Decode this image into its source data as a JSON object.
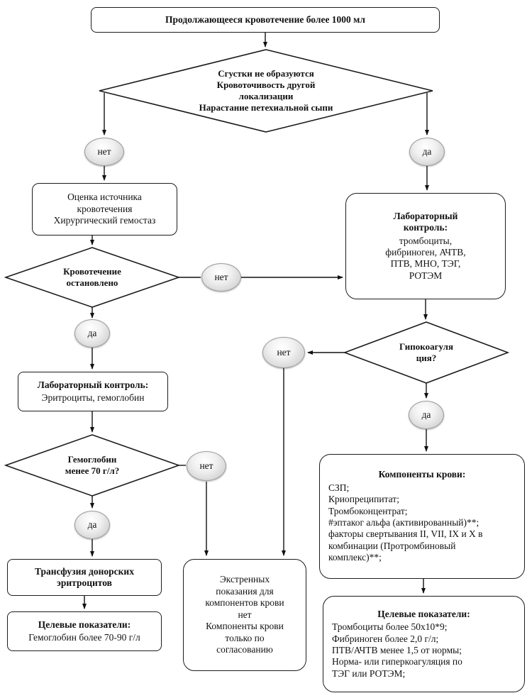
{
  "nodes": {
    "start": {
      "label": "Продолжающееся кровотечение более 1000 мл"
    },
    "decision_clots": {
      "label": "Сгустки не образуются\nКровоточивость другой\nлокализации\nНарастание петехиальной сыпи"
    },
    "no1": {
      "label": "нет"
    },
    "yes1": {
      "label": "да"
    },
    "assess_source": {
      "label": "Оценка источника\nкровотечения\nХирургический гемостаз"
    },
    "decision_stopped": {
      "label": "Кровотечение\nостановлено"
    },
    "no2": {
      "label": "нет"
    },
    "lab_control_right": {
      "title": "Лабораторный\nконтроль:",
      "body": "тромбоциты,\nфибриноген, АЧТВ,\nПТВ, МНО, ТЭГ,\nРОТЭМ"
    },
    "yes2": {
      "label": "да"
    },
    "lab_control_left": {
      "title": "Лабораторный контроль:",
      "body": "Эритроциты, гемоглобин"
    },
    "decision_hemoglobin": {
      "label": "Гемоглобин\nменее 70 г/л?"
    },
    "no3": {
      "label": "нет"
    },
    "yes3": {
      "label": "да"
    },
    "transfusion": {
      "label": "Трансфузия донорских\nэритроцитов"
    },
    "targets_left": {
      "title": "Целевые показатели:",
      "body": "Гемоглобин более 70-90 г/л"
    },
    "decision_hypocoagulation": {
      "label": "Гипокоагуля\nция?"
    },
    "no4": {
      "label": "нет"
    },
    "yes4": {
      "label": "да"
    },
    "blood_components": {
      "title": "Компоненты крови:",
      "body": "СЗП;\nКриопреципитат;\nТромбоконцентрат;\n#эптаког альфа (активированный)**;\nфакторы свертывания II, VII, IX и X в\nкомбинации (Протромбиновый\nкомплекс)**;"
    },
    "targets_right": {
      "title": "Целевые показатели:",
      "body": "Тромбоциты более 50x10*9;\nФибриноген более 2,0 г/л;\nПТВ/АЧТВ менее 1,5 от нормы;\nНорма- или гиперкоагуляция по\nТЭГ или РОТЭМ;"
    },
    "no_emergency": {
      "label": "Экстренных\nпоказания для\nкомпонентов крови\nнет\nКомпоненты крови\nтолько по\nсогласованию"
    }
  }
}
